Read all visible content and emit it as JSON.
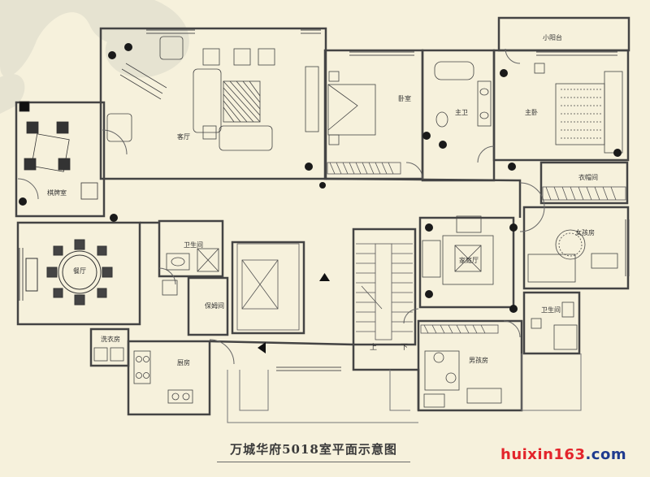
{
  "colors": {
    "background": "#f6f1dc",
    "wall": "#444444",
    "watermark_red": "#e3242b",
    "watermark_blue": "#1f3b8f"
  },
  "title": "万城华府5018室平面示意图",
  "watermark": {
    "part1": "huixin163",
    "part2": ".com"
  },
  "rooms": {
    "balcony": "小阳台",
    "master_bedroom": "主卧",
    "master_bath": "主卫",
    "bedroom": "卧室",
    "living_room": "客厅",
    "chess_room": "棋牌室",
    "dining_room": "餐厅",
    "bathroom_left": "卫生间",
    "nanny_room": "保姆间",
    "laundry_room": "洗衣房",
    "kitchen": "厨房",
    "family_hall": "家庭厅",
    "girls_room": "女孩房",
    "bathroom_right": "卫生间",
    "boys_room": "男孩房",
    "closet": "衣帽间"
  },
  "stairs": {
    "up": "上",
    "down": "下"
  }
}
